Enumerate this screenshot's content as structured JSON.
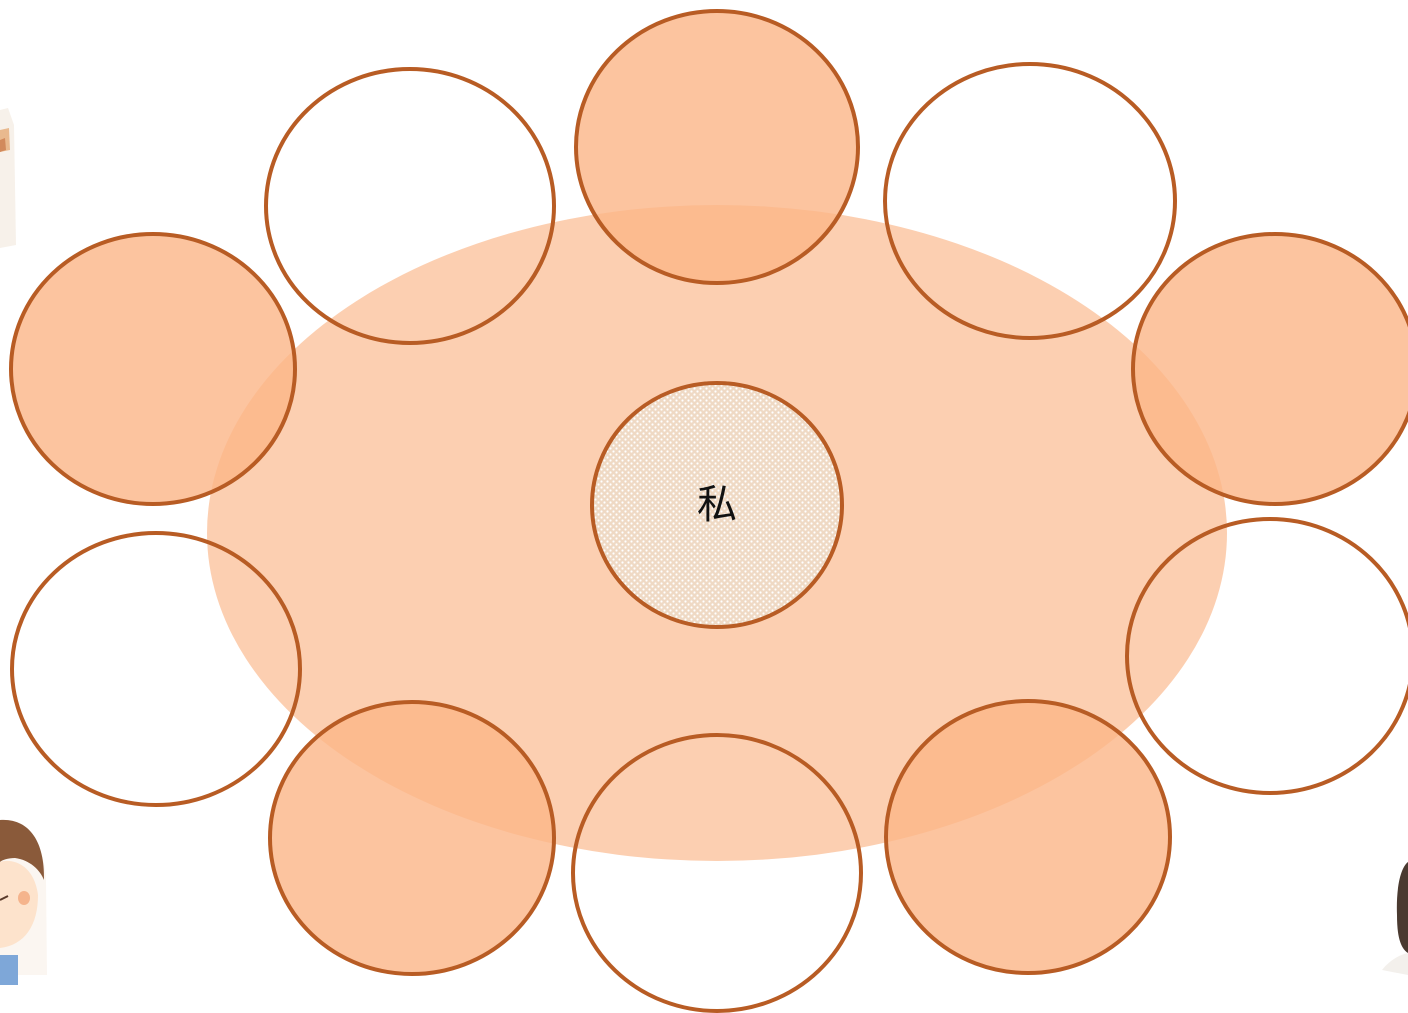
{
  "center": {
    "label": "私",
    "fill": "#efd9c4",
    "dot_color": "#ffffff"
  },
  "colors": {
    "outline": "#b85c24",
    "filled_circle": "#fbb587",
    "filled_opacity": 0.8,
    "table_ellipse": "#fbb587",
    "table_opacity": 0.65,
    "empty_circle": "#ffffff"
  },
  "seats": [
    {
      "id": "top",
      "style": "filled"
    },
    {
      "id": "top-left",
      "style": "empty"
    },
    {
      "id": "top-right",
      "style": "empty"
    },
    {
      "id": "upper-left",
      "style": "filled"
    },
    {
      "id": "upper-right",
      "style": "filled"
    },
    {
      "id": "lower-left",
      "style": "empty"
    },
    {
      "id": "lower-right",
      "style": "empty"
    },
    {
      "id": "bottom-left",
      "style": "filled"
    },
    {
      "id": "bottom",
      "style": "empty"
    },
    {
      "id": "bottom-right",
      "style": "filled"
    }
  ],
  "edge_images": [
    {
      "id": "cropped-illustration-top-left",
      "icon": "partial-person-illustration-icon"
    },
    {
      "id": "boy-illustration-bottom-left",
      "icon": "boy-illustration-icon"
    },
    {
      "id": "girl-illustration-bottom-right",
      "icon": "girl-hair-illustration-icon"
    }
  ]
}
